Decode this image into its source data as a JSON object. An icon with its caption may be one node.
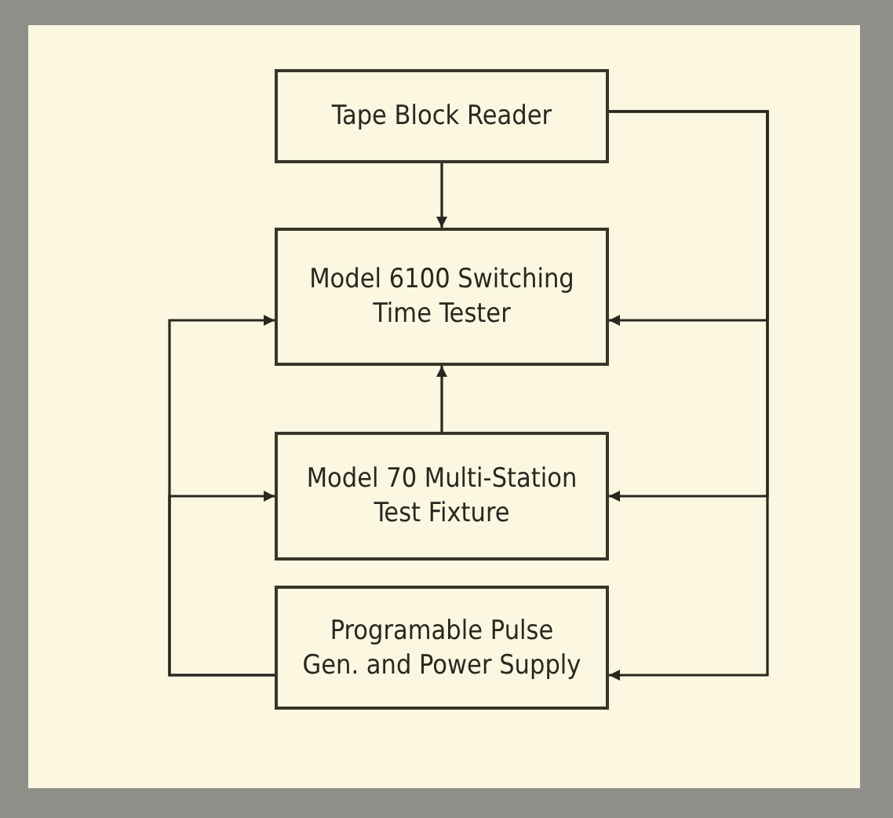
{
  "diagram": {
    "nodes": [
      {
        "text": [
          "Tape Block Reader"
        ]
      },
      {
        "text": [
          "Model 6100 Switching Time Tester"
        ]
      },
      {
        "text": [
          "Model 70 Multi-Station Test Fixture"
        ]
      },
      {
        "text": [
          "Programable Pulse Gen. and Power Supply"
        ]
      }
    ],
    "edges": [
      {
        "from": 0,
        "to": 1,
        "arrow": "to"
      },
      {
        "from": 2,
        "to": 1,
        "arrow": "to"
      },
      {
        "from": 0,
        "to": 1,
        "arrow": "to"
      },
      {
        "from": 0,
        "to": 2,
        "arrow": "to"
      },
      {
        "from": 0,
        "to": 3,
        "arrow": "to"
      },
      {
        "from": 3,
        "to": 1,
        "arrow": "to"
      },
      {
        "from": 3,
        "to": 2,
        "arrow": "to"
      }
    ]
  }
}
